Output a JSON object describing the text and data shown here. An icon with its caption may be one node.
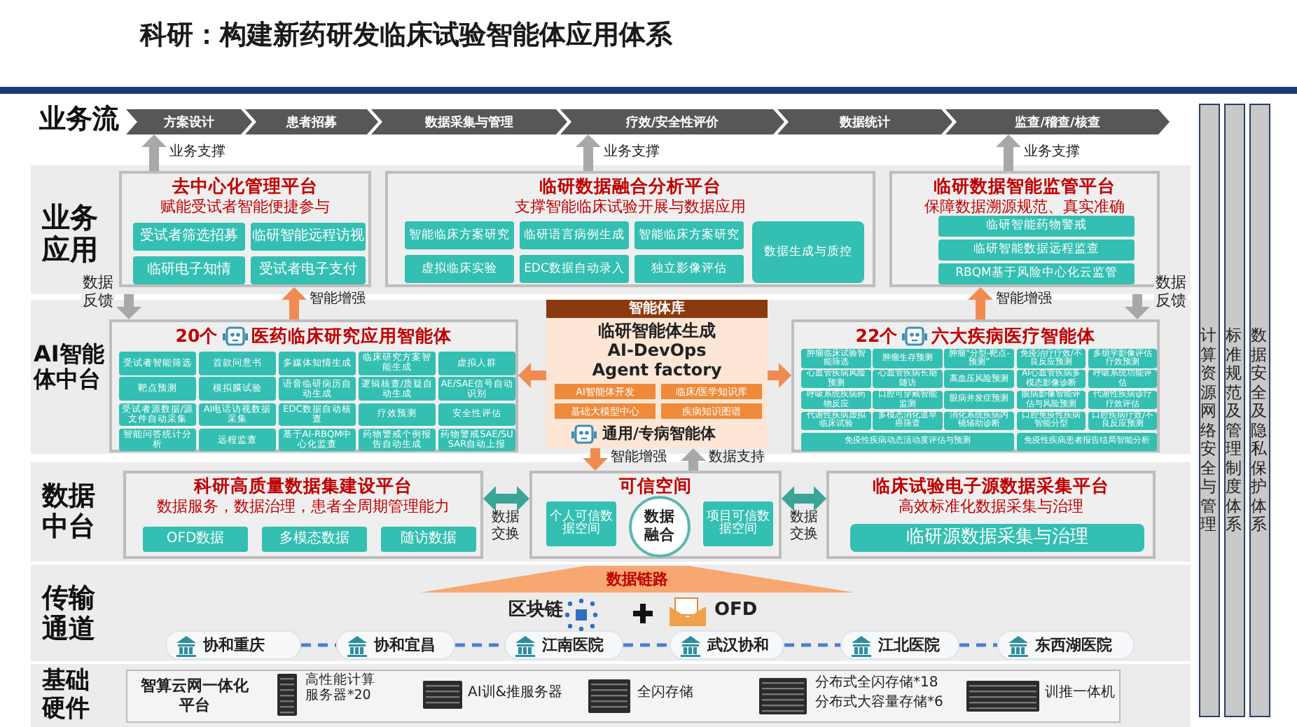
{
  "diagram": {
    "title": "科研：构建新药研发临床试验智能体应用体系",
    "nodes": [
      {
        "text": [
          "业务流"
        ]
      },
      {
        "text": [
          "方案设计"
        ],
        "in": 0
      },
      {
        "text": [
          "患者招募"
        ],
        "in": 0
      },
      {
        "text": [
          "数据采集与管理"
        ],
        "in": 0
      },
      {
        "text": [
          "疗效/安全性评价"
        ],
        "in": 0
      },
      {
        "text": [
          "数据统计"
        ],
        "in": 0
      },
      {
        "text": [
          "监查/稽查/核查"
        ],
        "in": 0
      },
      {
        "text": [
          "业务应用"
        ]
      },
      {
        "text": [
          "去中心化管理平台",
          "赋能受试者智能便捷参与"
        ],
        "in": 7
      },
      {
        "text": [
          "受试者筛选招募"
        ],
        "in": 8
      },
      {
        "text": [
          "临研智能远程访视"
        ],
        "in": 8
      },
      {
        "text": [
          "临研电子知情"
        ],
        "in": 8
      },
      {
        "text": [
          "受试者电子支付"
        ],
        "in": 8
      },
      {
        "text": [
          "临研数据融合分析平台",
          "支撑智能临床试验开展与数据应用"
        ],
        "in": 7
      },
      {
        "text": [
          "智能临床方案研究"
        ],
        "in": 13
      },
      {
        "text": [
          "临研语言病例生成"
        ],
        "in": 13
      },
      {
        "text": [
          "智能临床方案研究"
        ],
        "in": 13
      },
      {
        "text": [
          "虚拟临床实验"
        ],
        "in": 13
      },
      {
        "text": [
          "EDC数据自动录入"
        ],
        "in": 13
      },
      {
        "text": [
          "独立影像评估"
        ],
        "in": 13
      },
      {
        "text": [
          "数据生成与质控"
        ],
        "in": 13
      },
      {
        "text": [
          "临研数据智能监管平台",
          "保障数据溯源规范、真实准确"
        ],
        "in": 7
      },
      {
        "text": [
          "临研智能药物警戒"
        ],
        "in": 21
      },
      {
        "text": [
          "临研智能数据远程监查"
        ],
        "in": 21
      },
      {
        "text": [
          "RBQM基于风险中心化云监管"
        ],
        "in": 21
      },
      {
        "text": [
          "AI智能体中台"
        ]
      },
      {
        "text": [
          "20个",
          "医药临床研究应用智能体"
        ],
        "in": 25
      },
      {
        "text": [
          "受试者智能筛选"
        ],
        "in": 26
      },
      {
        "text": [
          "首款问意书"
        ],
        "in": 26
      },
      {
        "text": [
          "多媒体知情生成"
        ],
        "in": 26
      },
      {
        "text": [
          "临床研究方案智能生成"
        ],
        "in": 26
      },
      {
        "text": [
          "虚拟人群"
        ],
        "in": 26
      },
      {
        "text": [
          "靶点预测"
        ],
        "in": 26
      },
      {
        "text": [
          "模拟膜试验"
        ],
        "in": 26
      },
      {
        "text": [
          "语音临研病历自动生成"
        ],
        "in": 26
      },
      {
        "text": [
          "逻辑核查/质疑自动生成"
        ],
        "in": 26
      },
      {
        "text": [
          "AE/SAE信号自动识别"
        ],
        "in": 26
      },
      {
        "text": [
          "受试者源数据/源文件自动采集"
        ],
        "in": 26
      },
      {
        "text": [
          "AI电话访视数据采集"
        ],
        "in": 26
      },
      {
        "text": [
          "EDC数据自动核查"
        ],
        "in": 26
      },
      {
        "text": [
          "疗效预测"
        ],
        "in": 26
      },
      {
        "text": [
          "安全性评估"
        ],
        "in": 26
      },
      {
        "text": [
          "智能问答统计分析"
        ],
        "in": 26
      },
      {
        "text": [
          "远程监查"
        ],
        "in": 26
      },
      {
        "text": [
          "基于AI-RBQM中心化监查"
        ],
        "in": 26
      },
      {
        "text": [
          "药物警戒个例报告自动生成"
        ],
        "in": 26
      },
      {
        "text": [
          "药物警戒SAE/SUSAR自动上报"
        ],
        "in": 26
      },
      {
        "text": [
          "智能体库",
          "临研智能体生成",
          "AI-DevOps",
          "Agent factory",
          "通用/专病智能体"
        ],
        "in": 25
      },
      {
        "text": [
          "AI智能体开发"
        ],
        "in": 47
      },
      {
        "text": [
          "临床/医学知识库"
        ],
        "in": 47
      },
      {
        "text": [
          "基础大模型中心"
        ],
        "in": 47
      },
      {
        "text": [
          "疾病知识图谱"
        ],
        "in": 47
      },
      {
        "text": [
          "22个",
          "六大疾病医疗智能体"
        ],
        "in": 25
      },
      {
        "text": [
          "肿瘤临床试验智能筛选"
        ],
        "in": 52
      },
      {
        "text": [
          "肿瘤生存预测"
        ],
        "in": 52
      },
      {
        "text": [
          "肿瘤“分型-靶点-预测”"
        ],
        "in": 52
      },
      {
        "text": [
          "免疫治疗疗效/不良反应预测"
        ],
        "in": 52
      },
      {
        "text": [
          "多组学影像评估疗效预测"
        ],
        "in": 52
      },
      {
        "text": [
          "心血管疾病风险预测"
        ],
        "in": 52
      },
      {
        "text": [
          "心血管疾病长期随访"
        ],
        "in": 52
      },
      {
        "text": [
          "高血压风险预测"
        ],
        "in": 52
      },
      {
        "text": [
          "AI心血管疾病多模态影像诊断"
        ],
        "in": 52
      },
      {
        "text": [
          "呼吸系统功能评估"
        ],
        "in": 52
      },
      {
        "text": [
          "呼吸系统疾病药物反应"
        ],
        "in": 52
      },
      {
        "text": [
          "口腔可穿戴智能监测"
        ],
        "in": 52
      },
      {
        "text": [
          "眼病并发症预测"
        ],
        "in": 52
      },
      {
        "text": [
          "眼病影像智能评估与风险预测"
        ],
        "in": 52
      },
      {
        "text": [
          "代谢性疾病诊疗疗效评估"
        ],
        "in": 52
      },
      {
        "text": [
          "代谢性疾病虚拟临床试验"
        ],
        "in": 52
      },
      {
        "text": [
          "多模态消化道早癌筛查"
        ],
        "in": 52
      },
      {
        "text": [
          "消化系统疾病内镜辅助诊断"
        ],
        "in": 52
      },
      {
        "text": [
          "口腔免疫性疾病智能分型"
        ],
        "in": 52
      },
      {
        "text": [
          "口腔疾病疗效/不良反应预测"
        ],
        "in": 52
      },
      {
        "text": [
          "免疫性疾病动态活动度评估与预测"
        ],
        "in": 52
      },
      {
        "text": [
          "免疫性疾病患者报告结局智能分析"
        ],
        "in": 52
      },
      {
        "text": [
          "数据中台"
        ]
      },
      {
        "text": [
          "科研高质量数据集建设平台",
          "数据服务，数据治理，患者全周期管理能力"
        ],
        "in": 75
      },
      {
        "text": [
          "OFD数据"
        ],
        "in": 76
      },
      {
        "text": [
          "多模态数据"
        ],
        "in": 76
      },
      {
        "text": [
          "随访数据"
        ],
        "in": 76
      },
      {
        "text": [
          "可信空间"
        ],
        "in": 75
      },
      {
        "text": [
          "个人可信数据空间"
        ],
        "in": 80
      },
      {
        "text": [
          "数据融合"
        ],
        "in": 80
      },
      {
        "text": [
          "项目可信数据空间"
        ],
        "in": 80
      },
      {
        "text": [
          "临床试验电子源数据采集平台",
          "高效标准化数据采集与治理"
        ],
        "in": 75
      },
      {
        "text": [
          "临研源数据采集与治理"
        ],
        "in": 84
      },
      {
        "text": [
          "传输通道"
        ]
      },
      {
        "text": [
          "数据链路"
        ],
        "in": 86
      },
      {
        "text": [
          "协和重庆"
        ],
        "in": 86
      },
      {
        "text": [
          "协和宜昌"
        ],
        "in": 86
      },
      {
        "text": [
          "江南医院"
        ],
        "in": 86
      },
      {
        "text": [
          "武汉协和"
        ],
        "in": 86
      },
      {
        "text": [
          "江北医院"
        ],
        "in": 86
      },
      {
        "text": [
          "东西湖医院"
        ],
        "in": 86
      },
      {
        "text": [
          "基础硬件"
        ]
      },
      {
        "text": [
          "智算云网一体化平台"
        ],
        "in": 94
      },
      {
        "text": [
          "计算资源网络安全与管理"
        ]
      },
      {
        "text": [
          "标准规范及管理制度体系"
        ]
      },
      {
        "text": [
          "数据安全及隐私保护体系"
        ]
      }
    ],
    "edges": [
      {
        "from": 8,
        "to": 1,
        "arrow": "to",
        "label": "业务支撑"
      },
      {
        "from": 13,
        "to": 4,
        "arrow": "to",
        "label": "业务支撑"
      },
      {
        "from": 21,
        "to": 6,
        "arrow": "to",
        "label": "业务支撑"
      },
      {
        "from": 7,
        "to": 26,
        "arrow": "to",
        "label": "数据反馈"
      },
      {
        "from": 7,
        "to": 52,
        "arrow": "to",
        "label": "数据反馈"
      },
      {
        "from": 26,
        "to": 8,
        "arrow": "to",
        "label": "智能增强",
        "color": "#f08c50"
      },
      {
        "from": 52,
        "to": 21,
        "arrow": "to",
        "label": "智能增强",
        "color": "#f08c50"
      },
      {
        "from": 47,
        "to": 26,
        "arrow": "to",
        "color": "#f08c50"
      },
      {
        "from": 47,
        "to": 52,
        "arrow": "to",
        "color": "#f08c50"
      },
      {
        "from": 47,
        "to": 80,
        "arrow": "to",
        "label": "智能增强",
        "color": "#f08c50"
      },
      {
        "from": 80,
        "to": 47,
        "arrow": "to",
        "label": "数据支持"
      },
      {
        "from": 76,
        "to": 80,
        "arrow": "both",
        "label": "数据交换",
        "color": "#3aa597"
      },
      {
        "from": 80,
        "to": 84,
        "arrow": "both",
        "label": "数据交换",
        "color": "#3aa597"
      },
      {
        "from": 88,
        "to": 89,
        "arrow": "none",
        "style": "dashed",
        "color": "#4a7fd0"
      },
      {
        "from": 89,
        "to": 90,
        "arrow": "none",
        "style": "dashed",
        "color": "#4a7fd0"
      },
      {
        "from": 90,
        "to": 91,
        "arrow": "none",
        "style": "dashed",
        "color": "#4a7fd0"
      },
      {
        "from": 91,
        "to": 92,
        "arrow": "none",
        "style": "dashed",
        "color": "#4a7fd0"
      },
      {
        "from": 92,
        "to": 93,
        "arrow": "none",
        "style": "dashed",
        "color": "#4a7fd0"
      }
    ],
    "labels": [
      "区块链",
      "OFD",
      "高性能计算服务器*20",
      "AI训&推服务器",
      "全闪存储",
      "分布式全闪存储*18",
      "分布式大容量存储*6",
      "训推一体机"
    ]
  }
}
